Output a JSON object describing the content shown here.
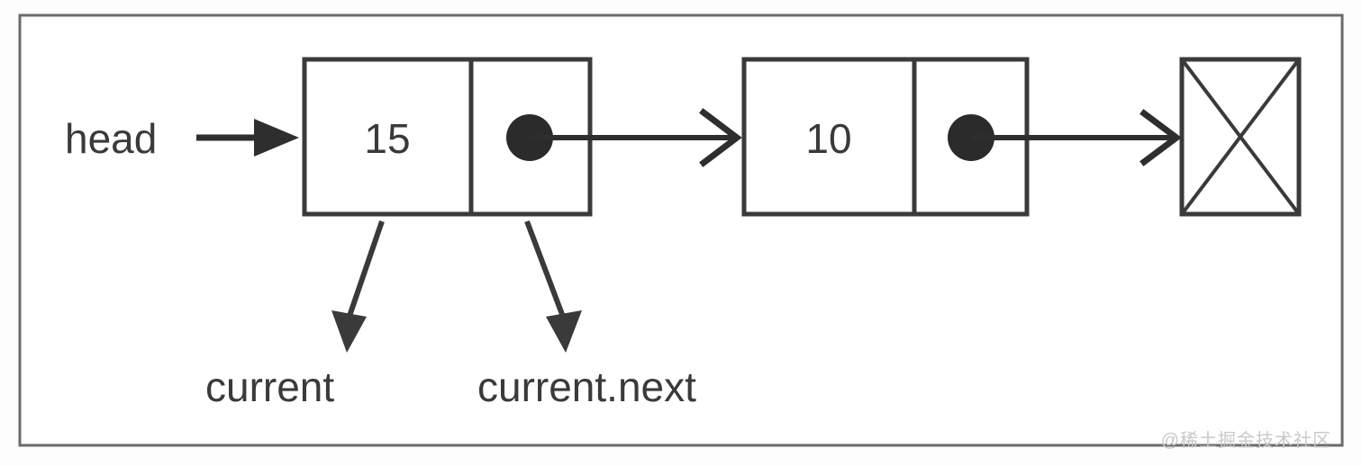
{
  "diagram": {
    "title": "singly-linked-list-traversal",
    "frame": {
      "border_color": "#6b6b6b",
      "background": "#ffffff"
    },
    "head_pointer": {
      "label": "head"
    },
    "nodes": [
      {
        "value": "15",
        "pointer": "filled-dot",
        "annotation": "current"
      },
      {
        "value": "10",
        "pointer": "filled-dot",
        "annotation": null
      }
    ],
    "terminator": {
      "symbol": "crossed-box",
      "meaning": "null"
    },
    "annotations": [
      {
        "label": "current",
        "points_to": "node-1-data-cell"
      },
      {
        "label": "current.next",
        "points_to": "node-1-pointer-cell"
      }
    ],
    "colors": {
      "stroke": "#3a3a3a",
      "arrow": "#2e2e2e",
      "frame": "#6b6b6b",
      "watermark": "#c9c9c9"
    }
  },
  "watermark": {
    "text": "@稀土掘金技术社区"
  }
}
